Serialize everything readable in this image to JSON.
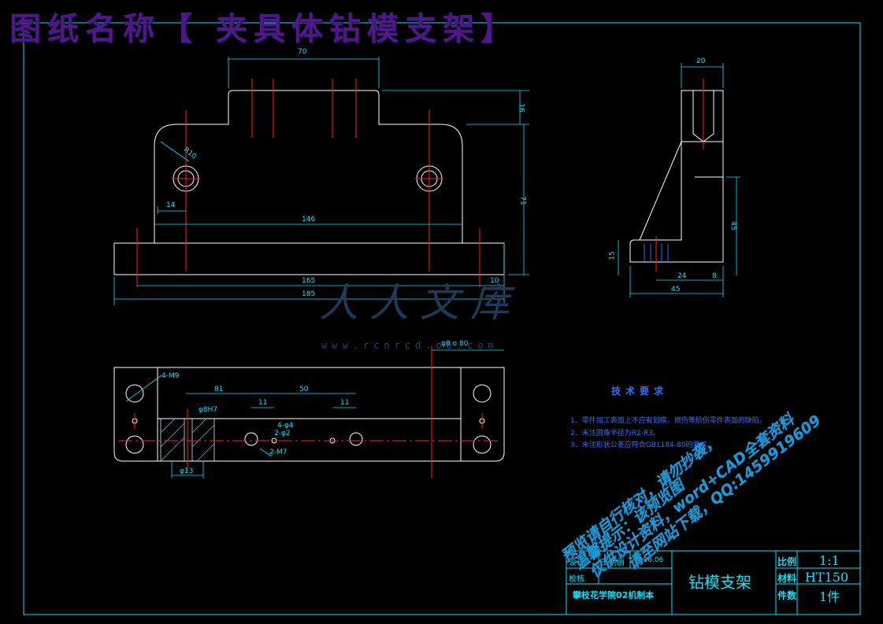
{
  "banner": "图纸名称【 夹具体钻模支架】",
  "watermark": {
    "logo": "人人文库",
    "url": "www.rcnrcd.o8.com"
  },
  "front_view": {
    "dims": {
      "top_width": "70",
      "height_top": "16",
      "total_height": "71",
      "radius": "R10",
      "left_offset": "14",
      "hole_span": "146",
      "inner_len": "165",
      "total_len": "185",
      "end_offset": "10"
    }
  },
  "side_view": {
    "dims": {
      "top_width": "20",
      "height": "45",
      "base_thick": "15",
      "base_part": "24",
      "base_end": "8",
      "base_total": "45"
    }
  },
  "top_view": {
    "labels": {
      "thread_4": "4-M9",
      "bore": "φ8H7",
      "dist_a": "81",
      "dist_b": "50",
      "dist_c": "11",
      "dist_d": "11",
      "hole_note_1": "4-φ4",
      "hole_note_2": "2-φ2",
      "thread_2": "2-M7",
      "small_dia": "φ13",
      "top_right": "φ8 o 80"
    }
  },
  "requirements": {
    "title": "技术要求",
    "items": [
      "1、零件加工表面上不应有划痕、擦伤等损伤零件表面的缺陷。",
      "2、未注圆角半径为R2-R3。",
      "3、未注形状公差应符合GB1184-80的要求。"
    ]
  },
  "title_block": {
    "designer_label": "设计",
    "designer_name": "王明丽",
    "date": "2006.06",
    "checker_label": "校核",
    "school": "攀枝花学院02机制本",
    "part_name": "钻模支架",
    "scale_label": "比例",
    "scale_value": "1:1",
    "material_label": "材料",
    "material_value": "HT150",
    "count_label": "件数",
    "count_value": "1件"
  },
  "promo_lines": [
    "预览请自行核对，请勿抄袭，",
    "温馨提示：该预览图",
    "仅供设计资料，word+CAD全套资料",
    "请至网站下载，QQ:1459919609"
  ],
  "colors": {
    "outline": "#ffffff",
    "center": "#ff2020",
    "dimension": "#00e5ff",
    "frame": "#00e5ff",
    "banner": "#4b1a86",
    "promo": "#1b9ad6"
  }
}
